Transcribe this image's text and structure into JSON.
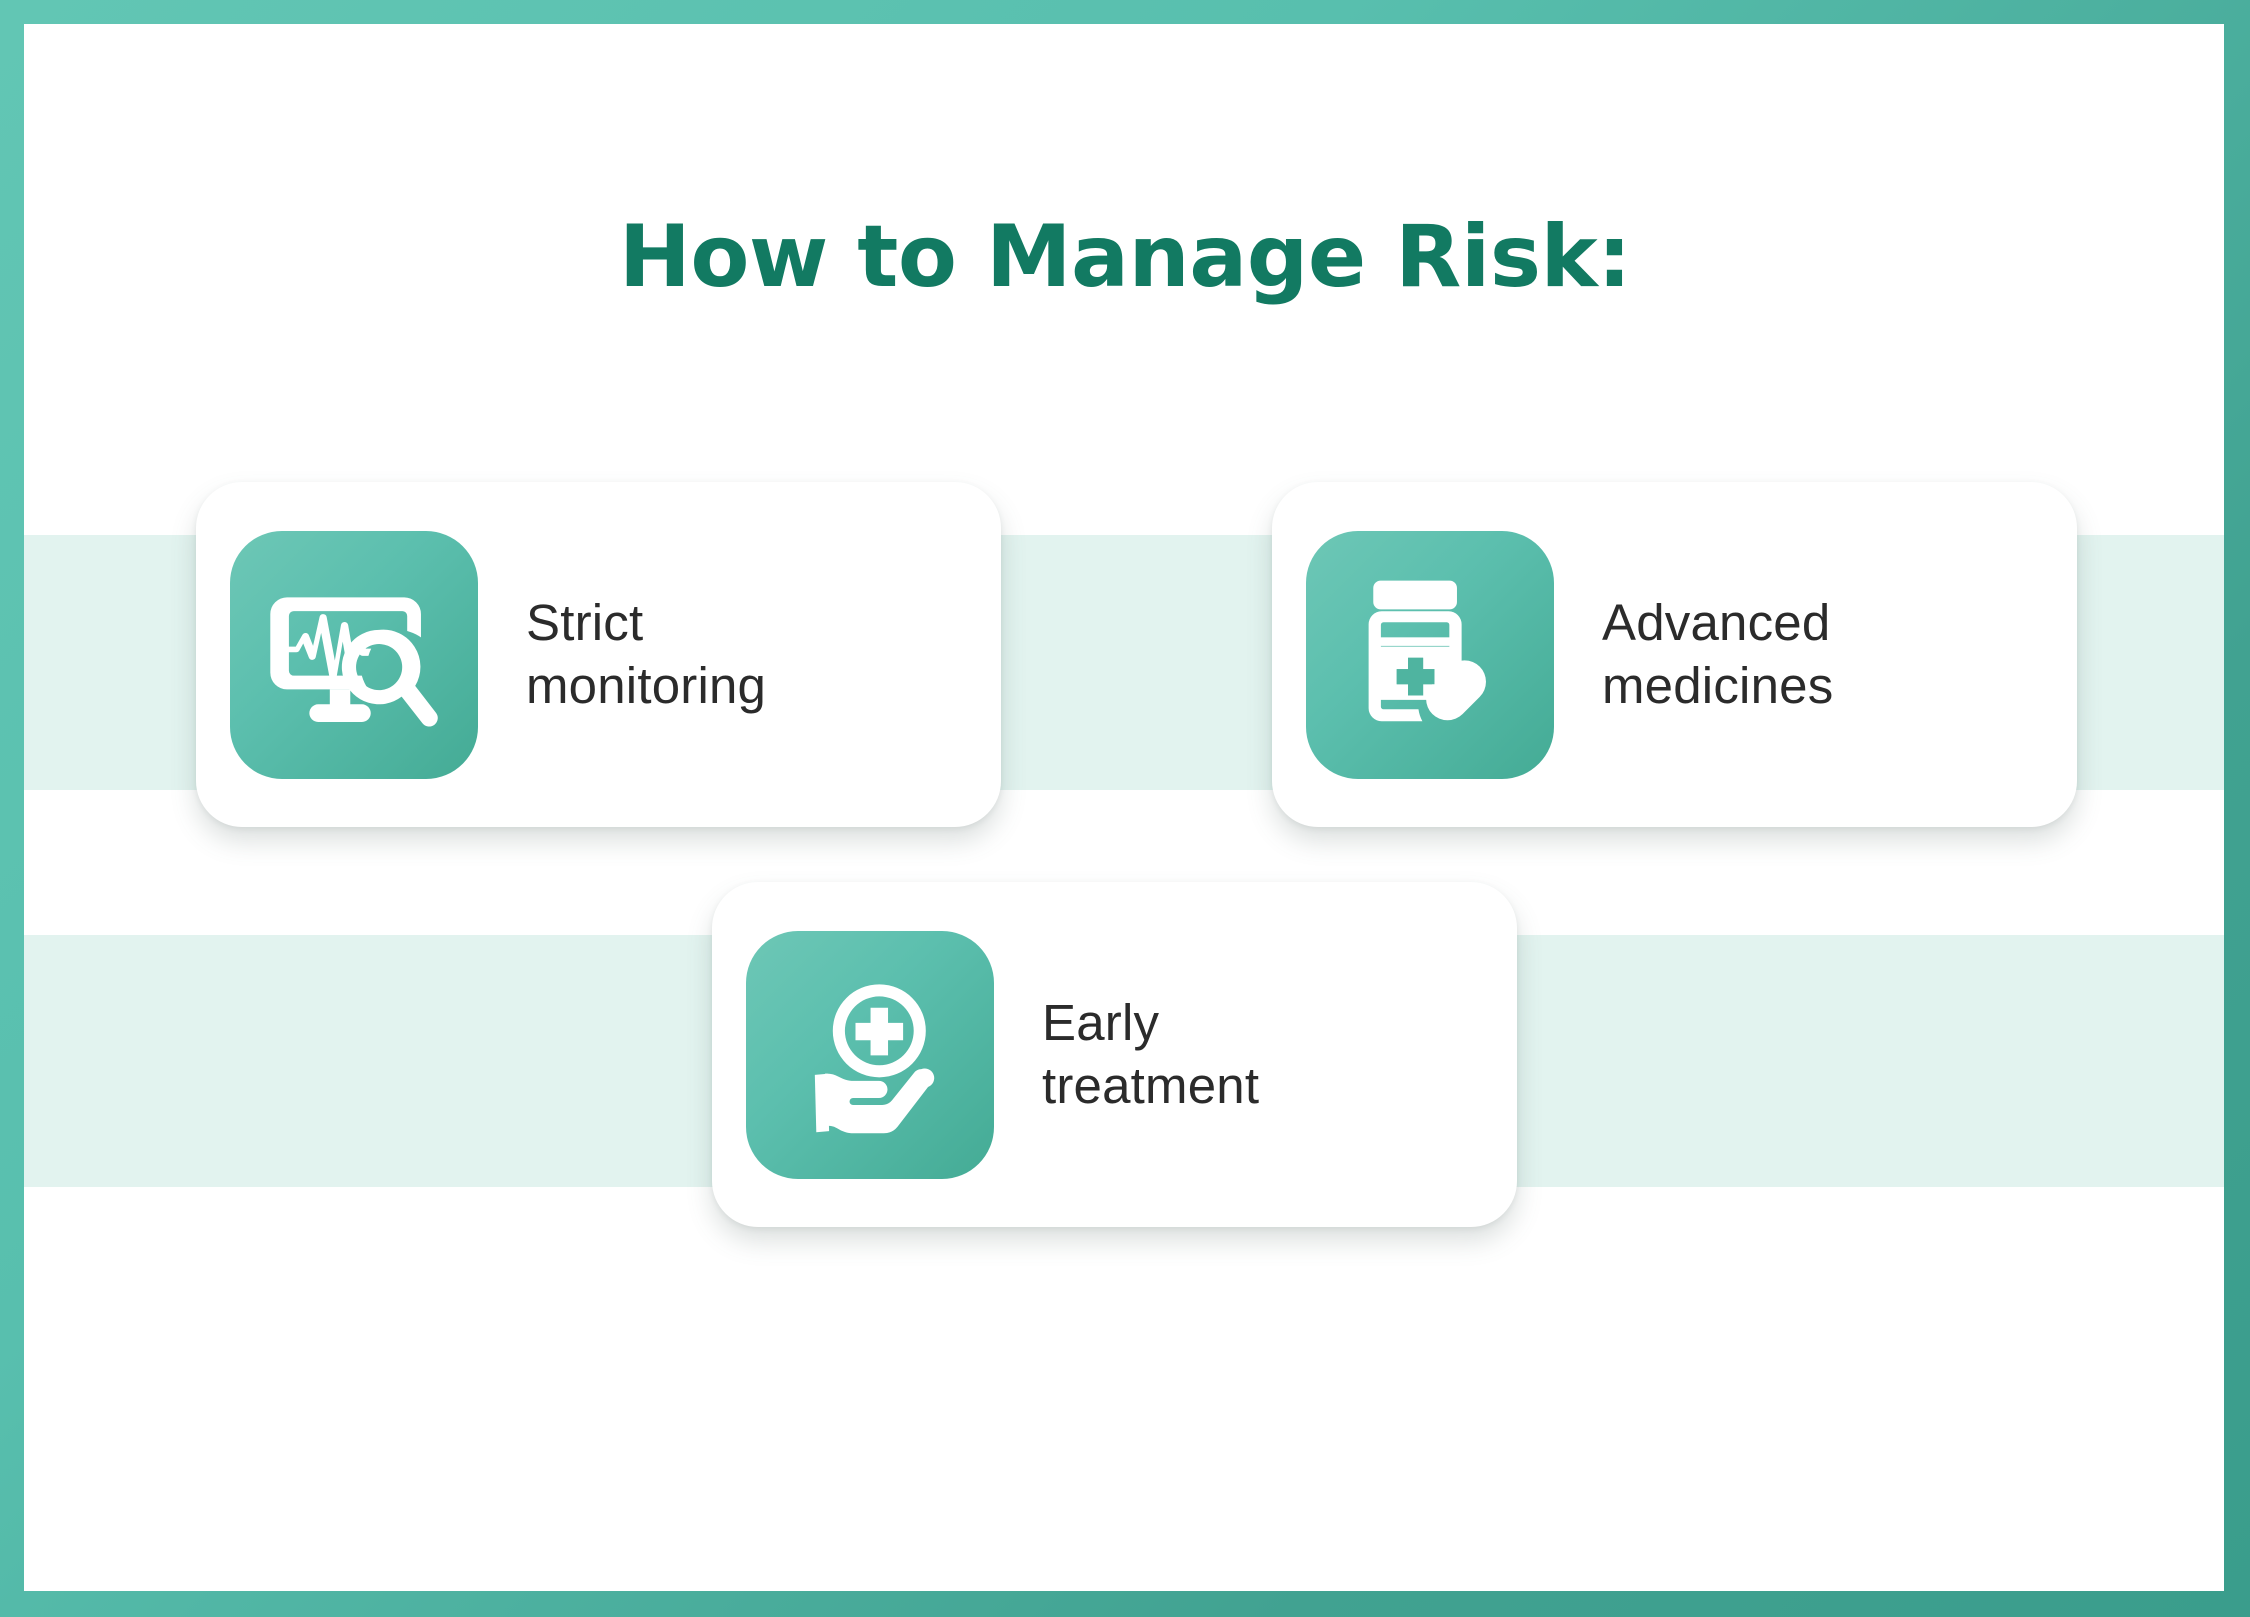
{
  "poster": {
    "title": "How to Manage Risk:",
    "background_color": "#ffffff",
    "frame_color": "#54bdab",
    "band_color": "#e2f3ef",
    "title_color": "#127a62",
    "label_color": "#2b2b2b",
    "icon_tile_gradient_from": "#6dc7b6",
    "icon_tile_gradient_to": "#44ab95"
  },
  "cards": [
    {
      "id": "strict-monitoring",
      "label": "Strict\nmonitoring",
      "icon": "monitor-ecg-magnifier-icon"
    },
    {
      "id": "advanced-medicines",
      "label": "Advanced\nmedicines",
      "icon": "medicine-bottle-capsule-icon"
    },
    {
      "id": "early-treatment",
      "label": "Early\ntreatment",
      "icon": "hand-holding-cross-icon"
    }
  ]
}
